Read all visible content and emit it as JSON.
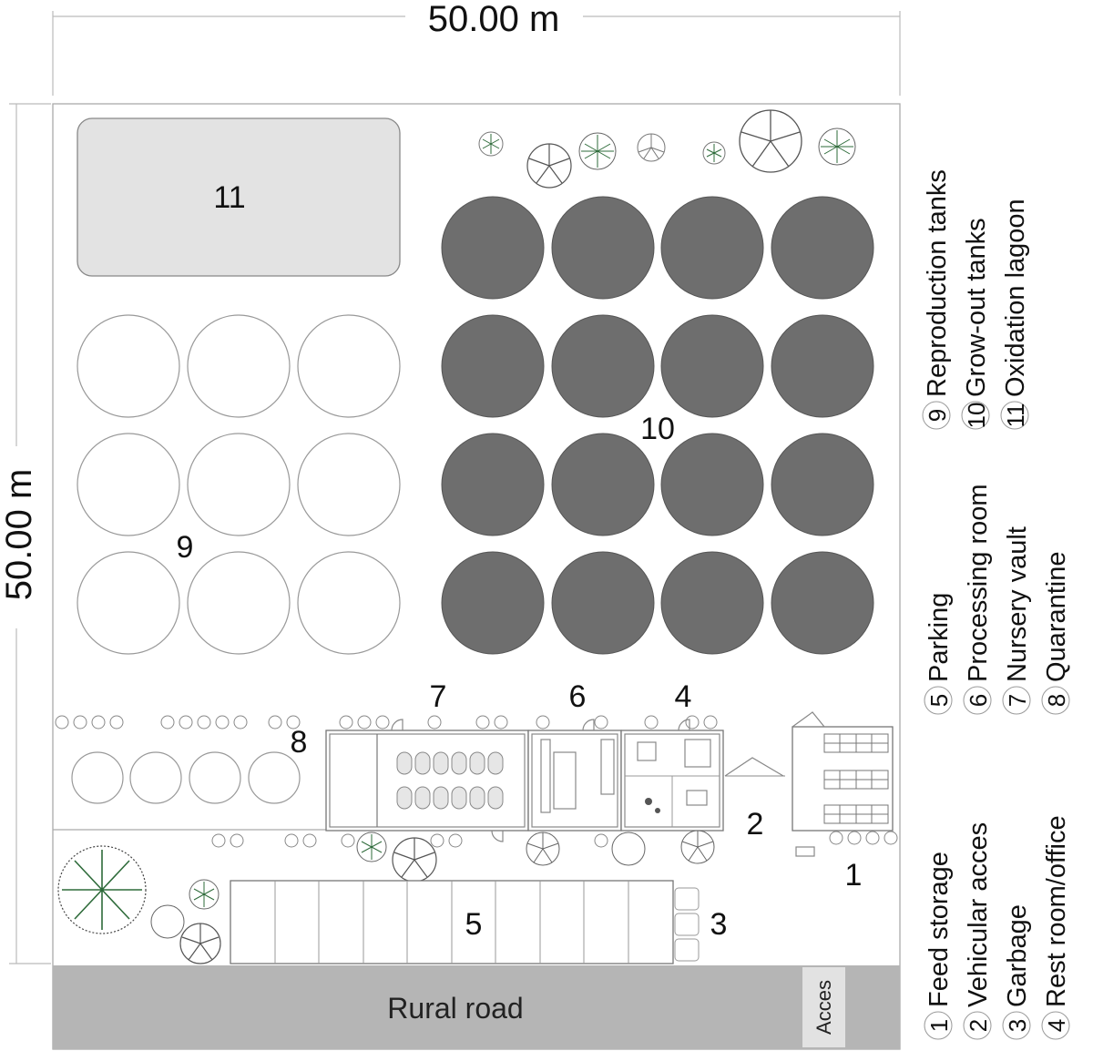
{
  "dimensions": {
    "width_label": "50.00 m",
    "height_label": "50.00 m"
  },
  "road": {
    "label": "Rural road",
    "access_label": "Acces"
  },
  "zone_numbers": {
    "n1": "1",
    "n2": "2",
    "n3": "3",
    "n4": "4",
    "n5": "5",
    "n6": "6",
    "n7": "7",
    "n8": "8",
    "n9": "9",
    "n10": "10",
    "n11": "11"
  },
  "legend": [
    {
      "num": "1",
      "label": "Feed storage"
    },
    {
      "num": "2",
      "label": "Vehicular acces"
    },
    {
      "num": "3",
      "label": "Garbage"
    },
    {
      "num": "4",
      "label": "Rest room/office"
    },
    {
      "num": "5",
      "label": "Parking"
    },
    {
      "num": "6",
      "label": "Processing room"
    },
    {
      "num": "7",
      "label": "Nursery vault"
    },
    {
      "num": "8",
      "label": "Quarantine"
    },
    {
      "num": "9",
      "label": "Reproduction tanks"
    },
    {
      "num": "10",
      "label": "Grow-out tanks"
    },
    {
      "num": "11",
      "label": "Oxidation lagoon"
    }
  ],
  "colors": {
    "growout_tank": "#6e6e6e",
    "lagoon": "#e3e3e3",
    "road": "#b5b5b5",
    "tree_green": "#2e6b3a"
  }
}
